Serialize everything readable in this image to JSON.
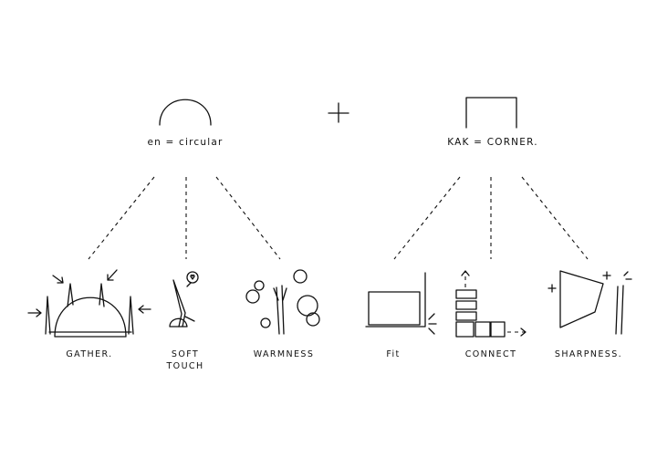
{
  "diagram": {
    "ink_color": "#111111",
    "background": "#ffffff",
    "operator": "+",
    "left": {
      "label": "en = circular",
      "children": [
        {
          "label": "GATHER."
        },
        {
          "label": "SOFT\nTOUCH"
        },
        {
          "label": "WARMNESS"
        }
      ]
    },
    "right": {
      "label": "KAK = CORNER.",
      "children": [
        {
          "label": "Fit"
        },
        {
          "label": "CONNECT"
        },
        {
          "label": "SHARPNESS."
        }
      ]
    }
  }
}
